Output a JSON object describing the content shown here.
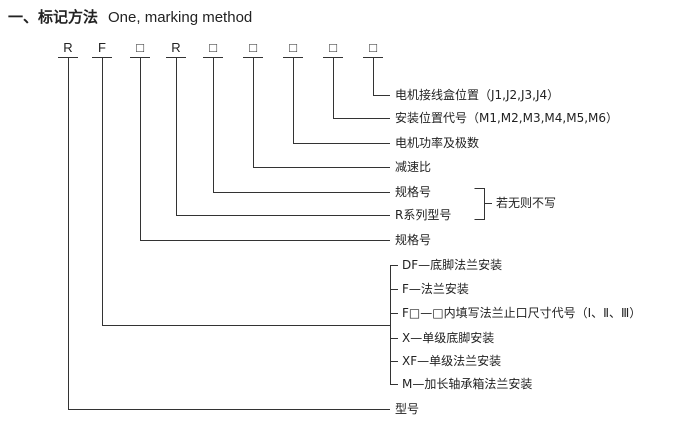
{
  "title": {
    "zh": "一、标记方法",
    "en": "One, marking method"
  },
  "code_symbols": [
    "R",
    "F",
    "□",
    "R",
    "□",
    "□",
    "□",
    "□",
    "□"
  ],
  "labels": {
    "junction_box": "电机接线盒位置（J1,J2,J3,J4）",
    "mount_position": "安装位置代号（M1,M2,M3,M4,M5,M6）",
    "motor_power": "电机功率及极数",
    "ratio": "减速比",
    "spec_upper": "规格号",
    "series_type": "R系列型号",
    "omit_note": "若无则不写",
    "spec_lower": "规格号",
    "df": "DF—底脚法兰安装",
    "f": "F—法兰安装",
    "fbox": "F□—□内填写法兰止口尺寸代号（Ⅰ、Ⅱ、Ⅲ）",
    "x": "X—单级底脚安装",
    "xf": "XF—单级法兰安装",
    "m": "M—加长轴承箱法兰安装",
    "model": "型号"
  }
}
